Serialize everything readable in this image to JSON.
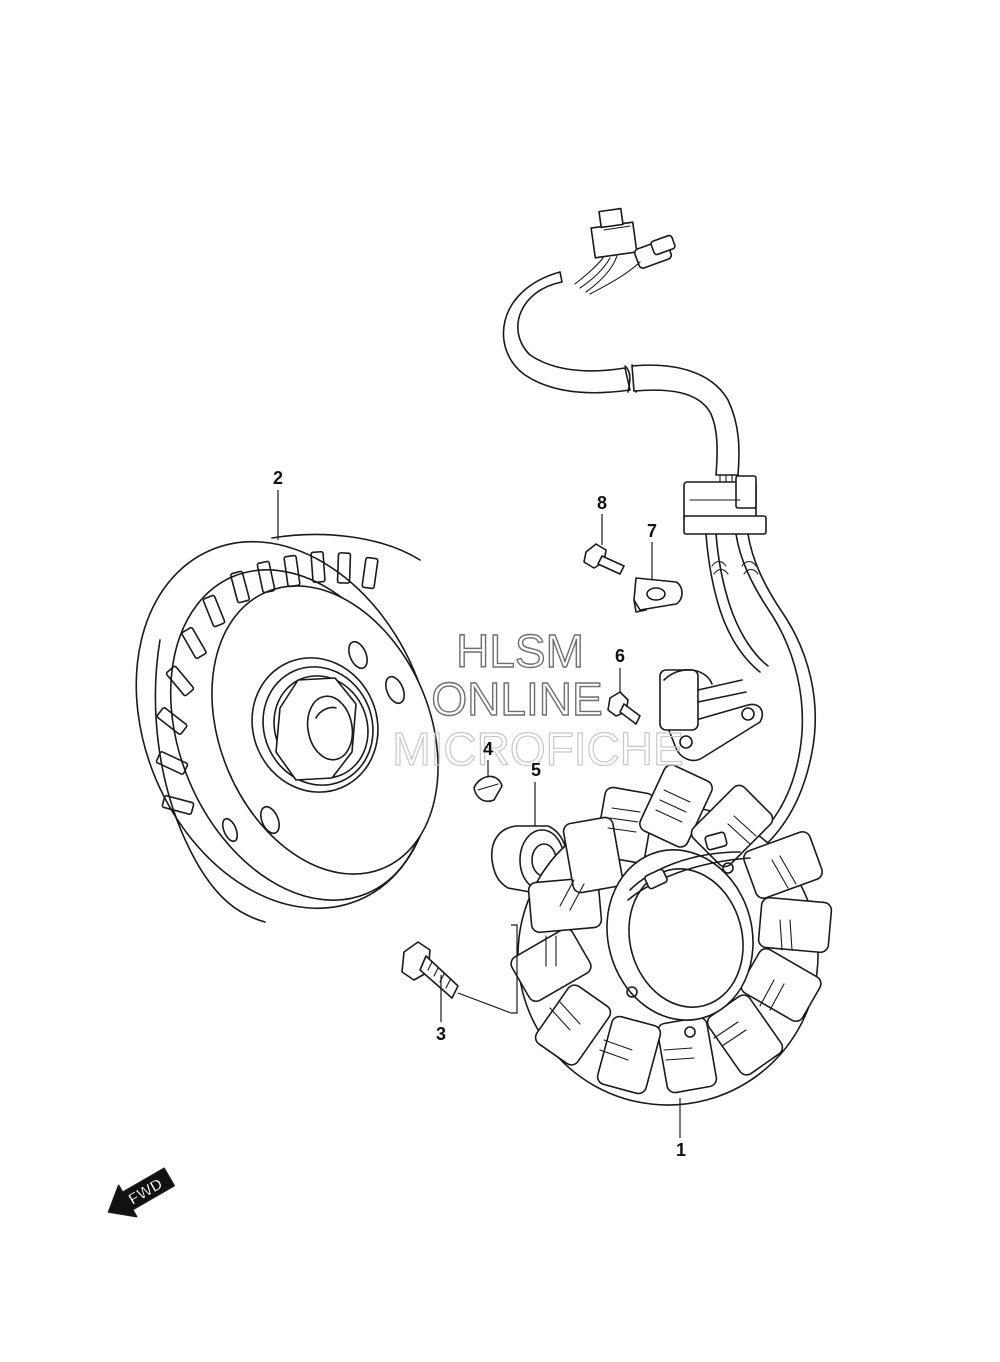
{
  "watermark": {
    "line1": "HLSM",
    "line2": "ONLINE",
    "line3": "MICROFICHE"
  },
  "direction_marker": {
    "label": "FWD",
    "icon": "fwd-arrow-icon"
  },
  "parts": [
    {
      "ref": "1",
      "part": "stator-coil"
    },
    {
      "ref": "2",
      "part": "flywheel-rotor"
    },
    {
      "ref": "3",
      "part": "stator-bolt"
    },
    {
      "ref": "4",
      "part": "woodruff-key"
    },
    {
      "ref": "5",
      "part": "rotor-nut"
    },
    {
      "ref": "6",
      "part": "pickup-bolt"
    },
    {
      "ref": "7",
      "part": "wire-clamp"
    },
    {
      "ref": "8",
      "part": "clamp-bolt"
    }
  ]
}
